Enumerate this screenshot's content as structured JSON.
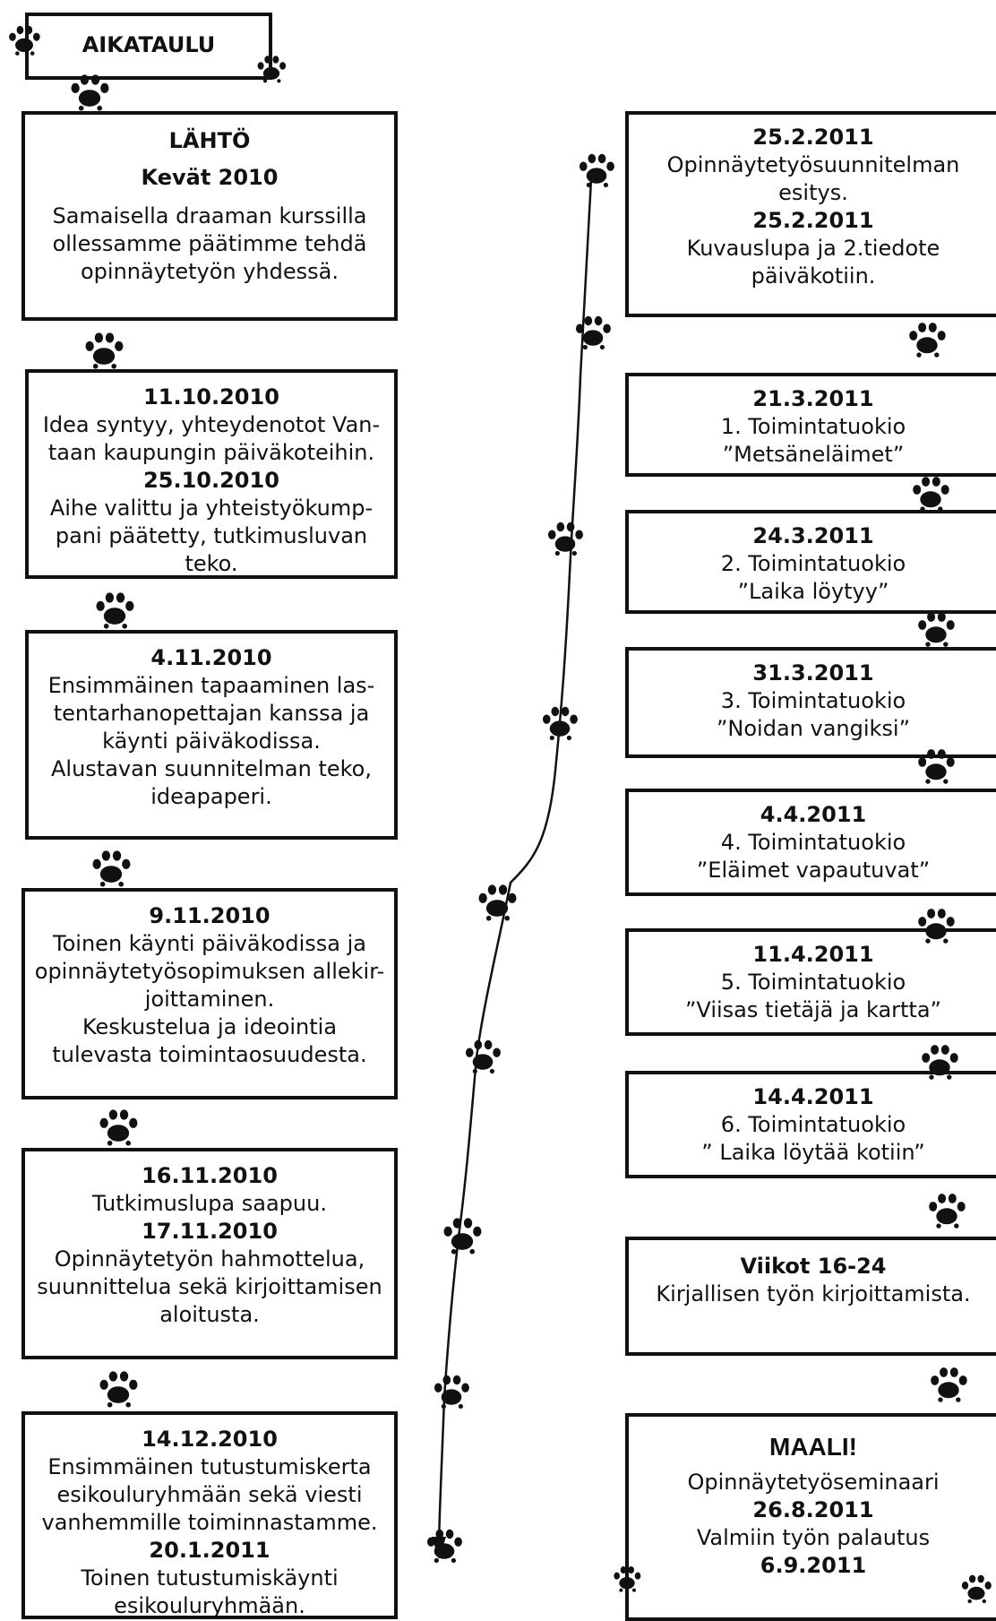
{
  "title": "AIKATAULU",
  "left": [
    {
      "lines": [
        {
          "t": "LÄHTÖ",
          "b": true
        },
        {
          "t": "Kevät 2010",
          "b": true
        },
        {
          "t": "Samaisella draaman kurssilla"
        },
        {
          "t": "ollessamme päätimme tehdä"
        },
        {
          "t": "opinnäytetyön yhdessä."
        }
      ]
    },
    {
      "lines": [
        {
          "t": "11.10.2010",
          "b": true
        },
        {
          "t": "Idea syntyy, yhteydenotot Van-"
        },
        {
          "t": "taan kaupungin päiväkoteihin."
        },
        {
          "t": "25.10.2010",
          "b": true
        },
        {
          "t": "Aihe valittu ja yhteistyökump-"
        },
        {
          "t": "pani päätetty, tutkimusluvan"
        },
        {
          "t": "teko."
        }
      ]
    },
    {
      "lines": [
        {
          "t": "4.11.2010",
          "b": true
        },
        {
          "t": "Ensimmäinen tapaaminen las-"
        },
        {
          "t": "tentarhanopettajan kanssa ja"
        },
        {
          "t": "käynti päiväkodissa."
        },
        {
          "t": "Alustavan suunnitelman teko,"
        },
        {
          "t": "ideapaperi."
        }
      ]
    },
    {
      "lines": [
        {
          "t": "9.11.2010",
          "b": true
        },
        {
          "t": "Toinen käynti päiväkodissa ja"
        },
        {
          "t": "opinnäytetyösopimuksen allekir-"
        },
        {
          "t": "joittaminen."
        },
        {
          "t": "Keskustelua ja ideointia"
        },
        {
          "t": "tulevasta toimintaosuudesta."
        }
      ]
    },
    {
      "lines": [
        {
          "t": "16.11.2010",
          "b": true
        },
        {
          "t": "Tutkimuslupa saapuu."
        },
        {
          "t": "17.11.2010",
          "b": true
        },
        {
          "t": "Opinnäytetyön hahmottelua,"
        },
        {
          "t": "suunnittelua sekä kirjoittamisen"
        },
        {
          "t": "aloitusta."
        }
      ]
    },
    {
      "lines": [
        {
          "t": "14.12.2010",
          "b": true
        },
        {
          "t": "Ensimmäinen tutustumiskerta"
        },
        {
          "t": "esikouluryhmään sekä viesti"
        },
        {
          "t": "vanhemmille toiminnastamme."
        },
        {
          "t": "20.1.2011",
          "b": true
        },
        {
          "t": "Toinen tutustumiskäynti"
        },
        {
          "t": "esikouluryhmään."
        }
      ]
    }
  ],
  "right": [
    {
      "lines": [
        {
          "t": "25.2.2011",
          "b": true
        },
        {
          "t": "Opinnäytetyösuunnitelman"
        },
        {
          "t": "esitys."
        },
        {
          "t": "25.2.2011",
          "b": true
        },
        {
          "t": "Kuvauslupa ja 2.tiedote"
        },
        {
          "t": "päiväkotiin."
        }
      ]
    },
    {
      "lines": [
        {
          "t": "21.3.2011",
          "b": true
        },
        {
          "t": "1. Toimintatuokio"
        },
        {
          "t": "”Metsäneläimet”"
        }
      ]
    },
    {
      "lines": [
        {
          "t": "24.3.2011",
          "b": true
        },
        {
          "t": "2. Toimintatuokio"
        },
        {
          "t": "”Laika löytyy”"
        }
      ]
    },
    {
      "lines": [
        {
          "t": "31.3.2011",
          "b": true
        },
        {
          "t": "3. Toimintatuokio"
        },
        {
          "t": "”Noidan vangiksi”"
        }
      ]
    },
    {
      "lines": [
        {
          "t": "4.4.2011",
          "b": true
        },
        {
          "t": "4. Toimintatuokio"
        },
        {
          "t": "”Eläimet vapautuvat”"
        }
      ]
    },
    {
      "lines": [
        {
          "t": "11.4.2011",
          "b": true
        },
        {
          "t": "5. Toimintatuokio"
        },
        {
          "t": "”Viisas tietäjä ja kartta”"
        }
      ]
    },
    {
      "lines": [
        {
          "t": "14.4.2011",
          "b": true
        },
        {
          "t": "6. Toimintatuokio"
        },
        {
          "t": "” Laika löytää kotiin”"
        }
      ]
    },
    {
      "lines": [
        {
          "t": "Viikot 16-24",
          "b": true
        },
        {
          "t": "Kirjallisen työn kirjoittamista."
        }
      ]
    },
    {
      "lines": [
        {
          "t": "MAALI!",
          "b": true,
          "big": true
        },
        {
          "t": " "
        },
        {
          "t": "Opinnäytetyöseminaari"
        },
        {
          "t": "26.8.2011",
          "b": true
        },
        {
          "t": "Valmiin työn palautus"
        },
        {
          "t": "6.9.2011",
          "b": true
        }
      ]
    }
  ],
  "paw_icon": "paw-print-icon",
  "ink_color": "#111111"
}
